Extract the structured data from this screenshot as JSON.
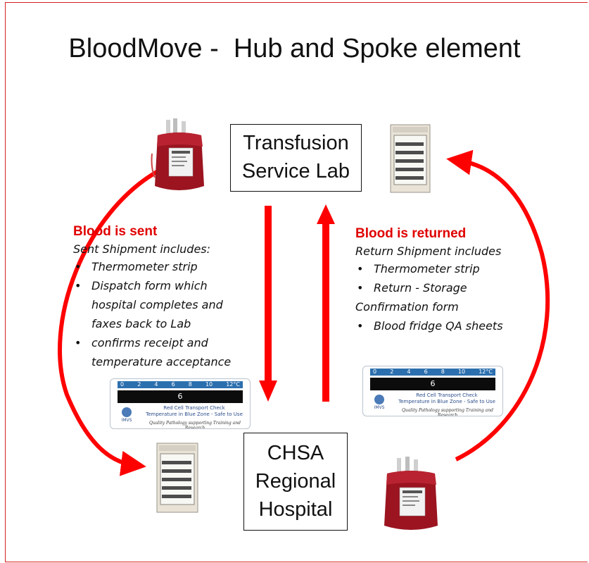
{
  "title": "BloodMove -  Hub and Spoke element",
  "hub": {
    "line1": "Transfusion",
    "line2": "Service Lab"
  },
  "spoke": {
    "line1": "CHSA",
    "line2": "Regional",
    "line3": "Hospital"
  },
  "sent": {
    "heading": "Blood is sent",
    "subheading": "Sent Shipment includes:",
    "items": [
      [
        "Thermometer strip"
      ],
      [
        "Dispatch form which",
        "hospital completes and",
        "faxes back to Lab"
      ],
      [
        "confirms receipt and",
        "temperature acceptance"
      ]
    ]
  },
  "returned": {
    "heading": "Blood is returned",
    "subheading": "Return Shipment includes",
    "items": [
      [
        "Thermometer strip"
      ],
      [
        "Return - Storage",
        "Confirmation form"
      ],
      [
        "Blood fridge QA sheets"
      ]
    ]
  },
  "thermometer_strip": {
    "scale": [
      "0",
      "2",
      "4",
      "6",
      "8",
      "10",
      "12°C"
    ],
    "reading": "6",
    "caption1": "Red Cell Transport Check",
    "caption2": "Temperature in Blue Zone - Safe to Use",
    "logo": "IMVS",
    "footer": "Quality Pathology supporting Training and Research"
  },
  "colors": {
    "arrow": "#ff0000",
    "heading": "#e00000",
    "frame": "#d42020",
    "blood": "#9b1420",
    "fridge": "#e8e3d6"
  }
}
